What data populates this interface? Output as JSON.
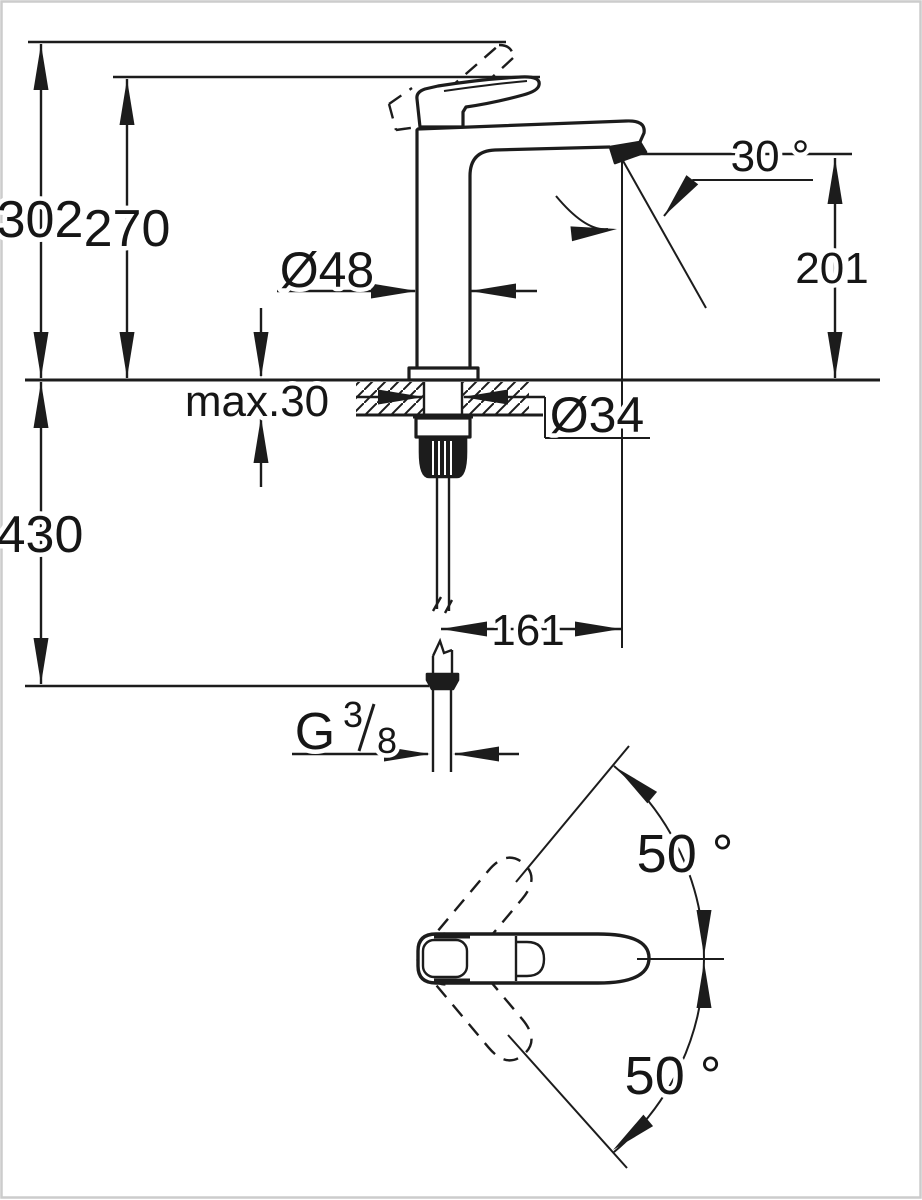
{
  "drawing": {
    "title": "Single-lever basin mixer — technical dimension drawing",
    "units": "mm",
    "ink_color": "#1c1c1c",
    "background_color": "#ffffff",
    "labels": {
      "overall_height": "302",
      "handle_top_height": "270",
      "body_diameter": "Ø48",
      "spout_angle": "30 °",
      "spout_outlet_height": "201",
      "deck_thickness_max": "max.30",
      "mounting_hole_diameter": "Ø34",
      "supply_hose_length": "430",
      "spout_reach": "161",
      "thread_letter": "G",
      "thread_numerator": "3",
      "thread_denominator": "8",
      "handle_swing_upper": "50 °",
      "handle_swing_lower": "50 °"
    }
  }
}
